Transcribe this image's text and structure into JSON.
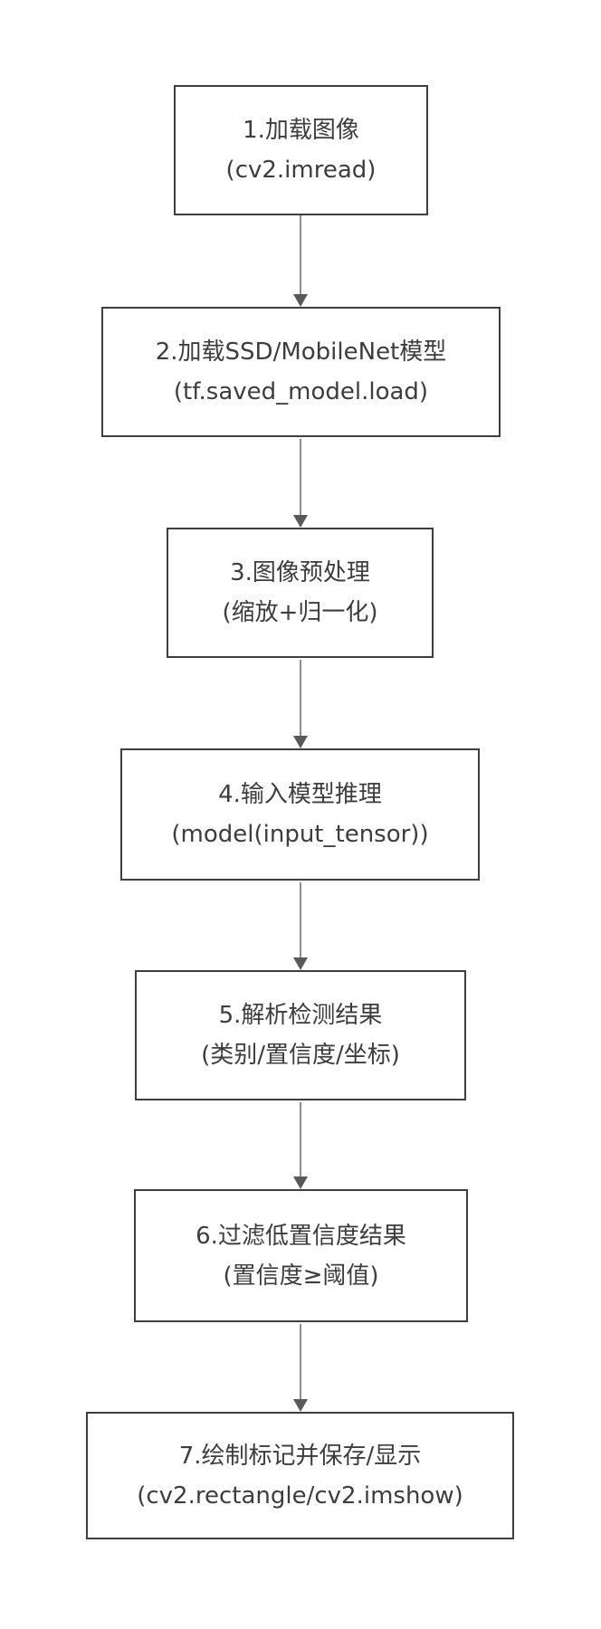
{
  "flowchart": {
    "description": "7-step vertical flowchart of an SSD/MobileNet object detection pipeline",
    "colors": {
      "background": "#ffffff",
      "node_fill": "#ffffff",
      "node_border": "#3e3e3e",
      "text": "#3d3d3d",
      "arrow_shaft": "#8e8e8e",
      "arrow_head": "#595959"
    },
    "steps": [
      {
        "title": "1.加载图像",
        "detail": "(cv2.imread)"
      },
      {
        "title": "2.加载SSD/MobileNet模型",
        "detail": "(tf.saved_model.load)"
      },
      {
        "title": "3.图像预处理",
        "detail": "(缩放+归一化)"
      },
      {
        "title": "4.输入模型推理",
        "detail": "(model(input_tensor))"
      },
      {
        "title": "5.解析检测结果",
        "detail": "(类别/置信度/坐标)"
      },
      {
        "title": "6.过滤低置信度结果",
        "detail": "(置信度≥阈值)"
      },
      {
        "title": "7.绘制标记并保存/显示",
        "detail": "(cv2.rectangle/cv2.imshow)"
      }
    ]
  }
}
